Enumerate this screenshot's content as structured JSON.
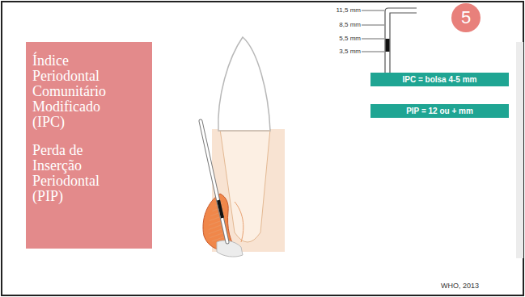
{
  "diagram": {
    "nodes": [
      {
        "text": [
          "Índice Periodontal Comunitário Modificado (IPC)",
          "Perda de Inserção Periodontal (PIP)"
        ]
      },
      {
        "text": [
          "5"
        ]
      },
      {
        "text": [
          "IPC = bolsa 4-5 mm"
        ]
      },
      {
        "text": [
          "PIP = 12 ou + mm"
        ]
      }
    ],
    "labels": [
      "11,5 mm",
      "8,5 mm",
      "5,5 mm",
      "3,5 mm",
      "WHO, 2013"
    ]
  }
}
